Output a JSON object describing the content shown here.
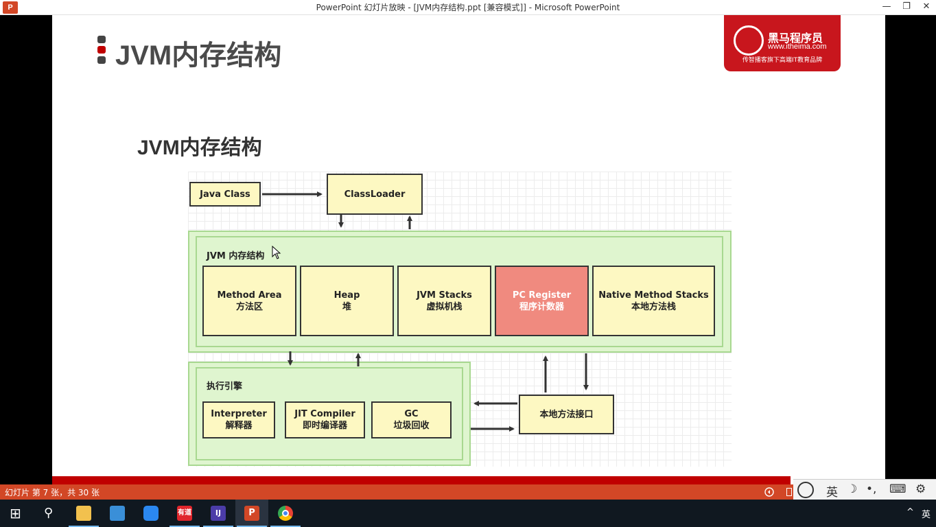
{
  "window": {
    "title": "PowerPoint 幻灯片放映 - [JVM内存结构.ppt [兼容模式]] - Microsoft PowerPoint",
    "app_icon_label": "P",
    "minimize": "—",
    "restore": "❐",
    "close": "✕"
  },
  "slide": {
    "title": "JVM内存结构",
    "subtitle": "JVM内存结构",
    "logo": {
      "name": "黑马程序员",
      "url": "www.itheima.com",
      "slogan": "传智播客旗下高端IT教育品牌"
    }
  },
  "diagram": {
    "java_class": "Java Class",
    "classloader": "ClassLoader",
    "jvm_group_label": "JVM 内存结构",
    "areas": [
      {
        "en": "Method Area",
        "zh": "方法区"
      },
      {
        "en": "Heap",
        "zh": "堆"
      },
      {
        "en": "JVM Stacks",
        "zh": "虚拟机栈"
      },
      {
        "en": "PC Register",
        "zh": "程序计数器"
      },
      {
        "en": "Native Method Stacks",
        "zh": "本地方法栈"
      }
    ],
    "engine_label": "执行引擎",
    "engine_items": [
      {
        "en": "Interpreter",
        "zh": "解释器"
      },
      {
        "en": "JIT Compiler",
        "zh": "即时编译器"
      },
      {
        "en": "GC",
        "zh": "垃圾回收"
      }
    ],
    "native_interface": "本地方法接口"
  },
  "status": {
    "slide_info": "幻灯片 第 7 张，共 30 张"
  },
  "ime": {
    "lang": "英",
    "moon": "☽",
    "punct": "•,",
    "keyboard": "⌨",
    "settings": "⚙"
  },
  "taskbar": {
    "start": "⊞",
    "search": "⚲",
    "tray_chevron": "^",
    "tray_lang": "英",
    "apps": [
      {
        "name": "file-explorer",
        "color": "#f2c14e"
      },
      {
        "name": "remote-desktop",
        "color": "#3a8fd8"
      },
      {
        "name": "notes",
        "color": "#2b88f0"
      },
      {
        "name": "youdao",
        "color": "#e0262c"
      },
      {
        "name": "intellij",
        "color": "#4b3ca8"
      },
      {
        "name": "powerpoint",
        "color": "#d24726"
      },
      {
        "name": "chrome",
        "color": "#34a853"
      }
    ],
    "youdao_label": "有道",
    "idea_label": "IJ",
    "ppt_label": "P"
  },
  "colors": {
    "pc_register": "#f08a7f",
    "box_fill": "#fdf8c2",
    "group_fill": "#dff5cf",
    "status_bar": "#d24726"
  }
}
